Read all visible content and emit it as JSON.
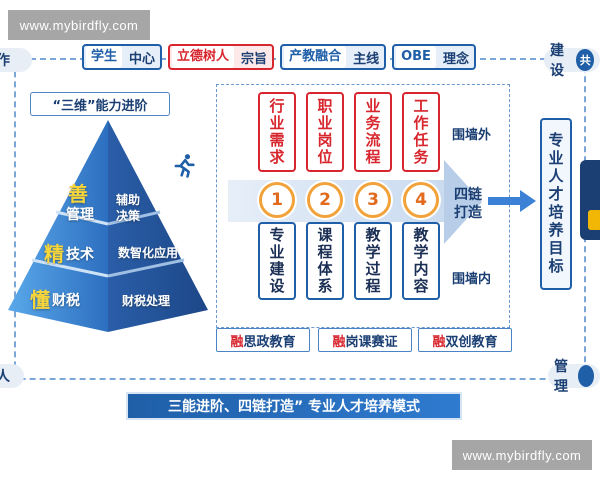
{
  "watermark": {
    "top": "www.mybirdfly.com",
    "bottom": "www.mybirdfly.com"
  },
  "corners": {
    "top_left": "作",
    "top_right": "建设",
    "top_right_badge": "共",
    "bottom_left": "人",
    "bottom_right": "管理",
    "bottom_right_badge": ""
  },
  "principles": [
    {
      "a": "学生",
      "b": "中心",
      "style": "blue"
    },
    {
      "a": "立德树人",
      "b": "宗旨",
      "style": "red"
    },
    {
      "a": "产教融合",
      "b": "主线",
      "style": "blue"
    },
    {
      "a": "OBE",
      "b": "理念",
      "style": "blue"
    }
  ],
  "sanwei": "“三维”能力进阶",
  "pyramid": {
    "top": {
      "big": "善",
      "small": "管理",
      "right": "辅助决策"
    },
    "mid": {
      "big": "精",
      "small": "技术",
      "right": "数智化应用"
    },
    "bot": {
      "big": "懂",
      "small": "财税",
      "right": "财税处理"
    }
  },
  "needs": [
    "行业需求",
    "职业岗位",
    "业务流程",
    "工作任务"
  ],
  "numbers": [
    "1",
    "2",
    "3",
    "4"
  ],
  "builds": [
    "专业建设",
    "课程体系",
    "教学过程",
    "教学内容"
  ],
  "wall_outside": "围墙外",
  "wall_inside": "围墙内",
  "silian": "四链打造",
  "goal": "专业人才培养目标",
  "fuse": [
    {
      "hl": "融",
      "rest": "思政教育"
    },
    {
      "hl": "融",
      "rest": "岗课赛证"
    },
    {
      "hl": "融",
      "rest": "双创教育"
    }
  ],
  "title": "三能进阶、四链打造” 专业人才培养模式",
  "colors": {
    "primary": "#1f5fa8",
    "accent_red": "#d8262e",
    "accent_orange": "#f1a23a"
  }
}
